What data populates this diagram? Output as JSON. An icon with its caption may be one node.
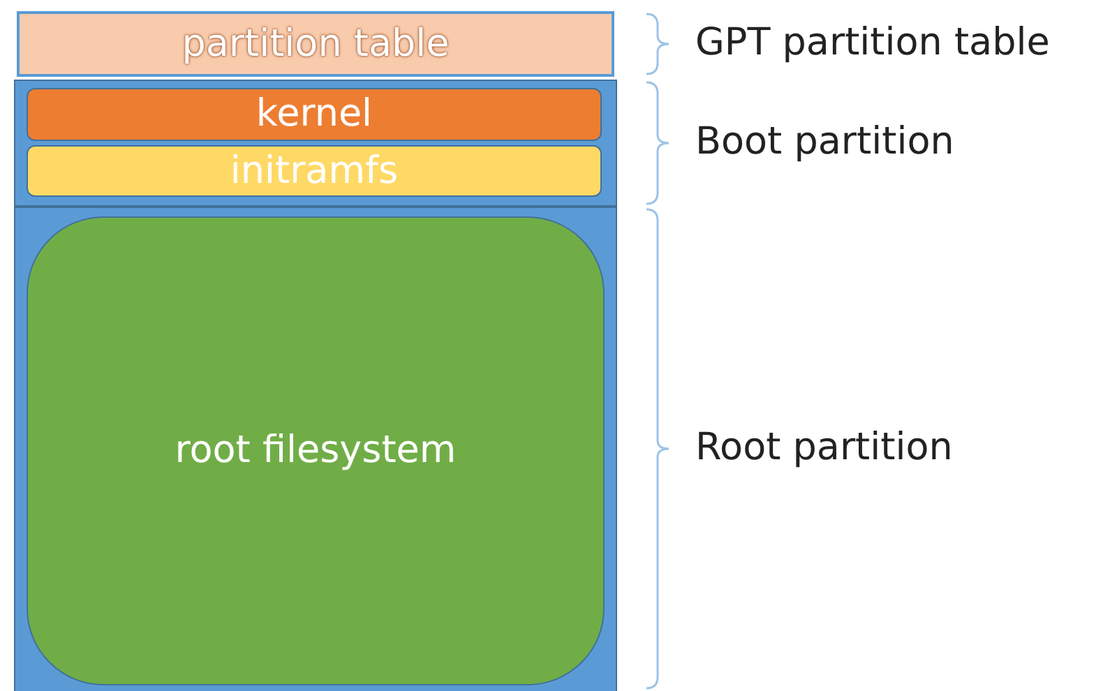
{
  "diagram": {
    "nodes": [
      {
        "text": [
          "partition table"
        ],
        "beside": [
          "GPT partition table"
        ]
      },
      {
        "text": [],
        "shape": "box",
        "beside": [
          "Boot partition"
        ]
      },
      {
        "text": [
          "kernel"
        ],
        "in": 1
      },
      {
        "text": [
          "initramfs"
        ],
        "in": 1
      },
      {
        "text": [],
        "shape": "box",
        "beside": [
          "Root partition"
        ]
      },
      {
        "text": [
          "root filesystem"
        ],
        "in": 4
      }
    ],
    "edges": []
  }
}
